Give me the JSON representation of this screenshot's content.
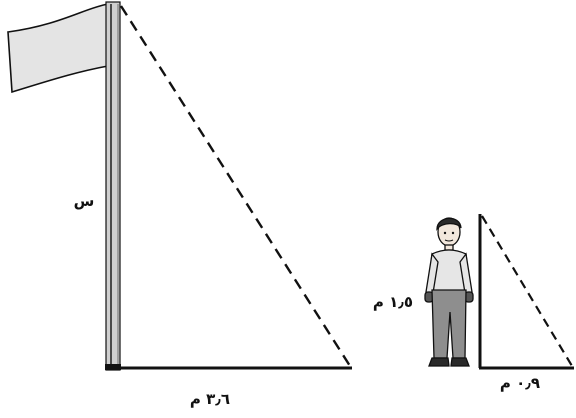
{
  "labels": {
    "flagpole_height": "س",
    "flagpole_shadow": "٣٫٦ م",
    "person_height": "١٫٥ م",
    "person_shadow": "٠٫٩ م"
  },
  "colors": {
    "line": "#111111",
    "flag_fill": "#e4e4e4",
    "pole_fill": "#cfcfcf",
    "shirt": "#e6e6e6",
    "pants": "#8e8e8e",
    "skin": "#f2e7dc",
    "hair": "#2a2a2a"
  },
  "icons": {
    "flag": "flag-icon",
    "person": "standing-person-icon"
  }
}
